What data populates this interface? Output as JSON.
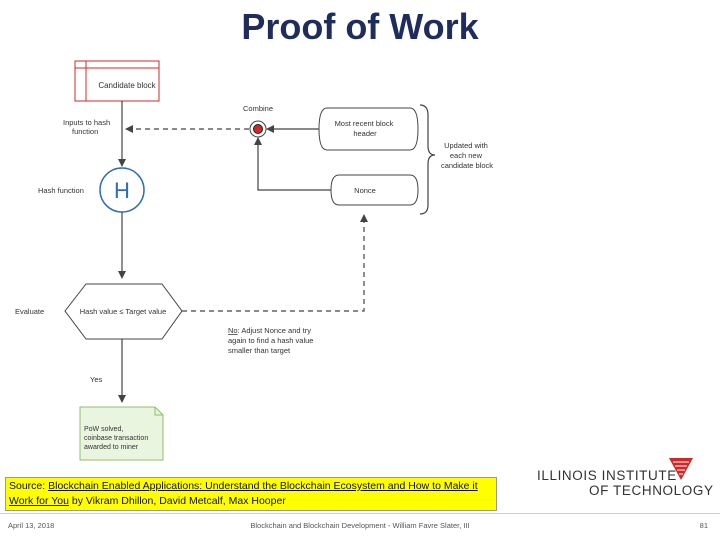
{
  "title": "Proof of Work",
  "diagram": {
    "candidate_block": "Candidate block",
    "inputs_label": [
      "Inputs to hash",
      "function"
    ],
    "combine_label": "Combine",
    "recent_header": [
      "Most recent block",
      "header"
    ],
    "updated_label": [
      "Updated with",
      "each new",
      "candidate block"
    ],
    "hash_function_label": "Hash function",
    "hash_symbol": "H",
    "nonce": "Nonce",
    "evaluate_label": "Evaluate",
    "hash_compare": "Hash value ≤ Target value",
    "no_underlined": "No",
    "no_line1_rest": ": Adjust Nonce and try",
    "no_lines": [
      "again to find a hash value",
      "smaller than target"
    ],
    "yes_label": "Yes",
    "solved": [
      "PoW solved,",
      "coinbase transaction",
      "awarded to miner"
    ]
  },
  "source": {
    "prefix": "Source: ",
    "book": "Blockchain Enabled Applications: Understand the Blockchain Ecosystem and How to Make it Work for You",
    "authors": " by Vikram Dhillon, David Metcalf, Max Hooper"
  },
  "logo": {
    "line1": "ILLINOIS INSTITUTE",
    "line2": "OF TECHNOLOGY"
  },
  "footer": {
    "date": "April 13, 2018",
    "center": "Blockchain and Blockchain Development - William Favre Slater, III",
    "page": "81"
  },
  "colors": {
    "title": "#1f2d5c",
    "accent_red": "#cc2a2a",
    "hash_circle": "#2e6fb5",
    "solved_fill": "#eaf5e0",
    "solved_stroke": "#8fbf6a",
    "source_highlight": "#ffff00"
  }
}
